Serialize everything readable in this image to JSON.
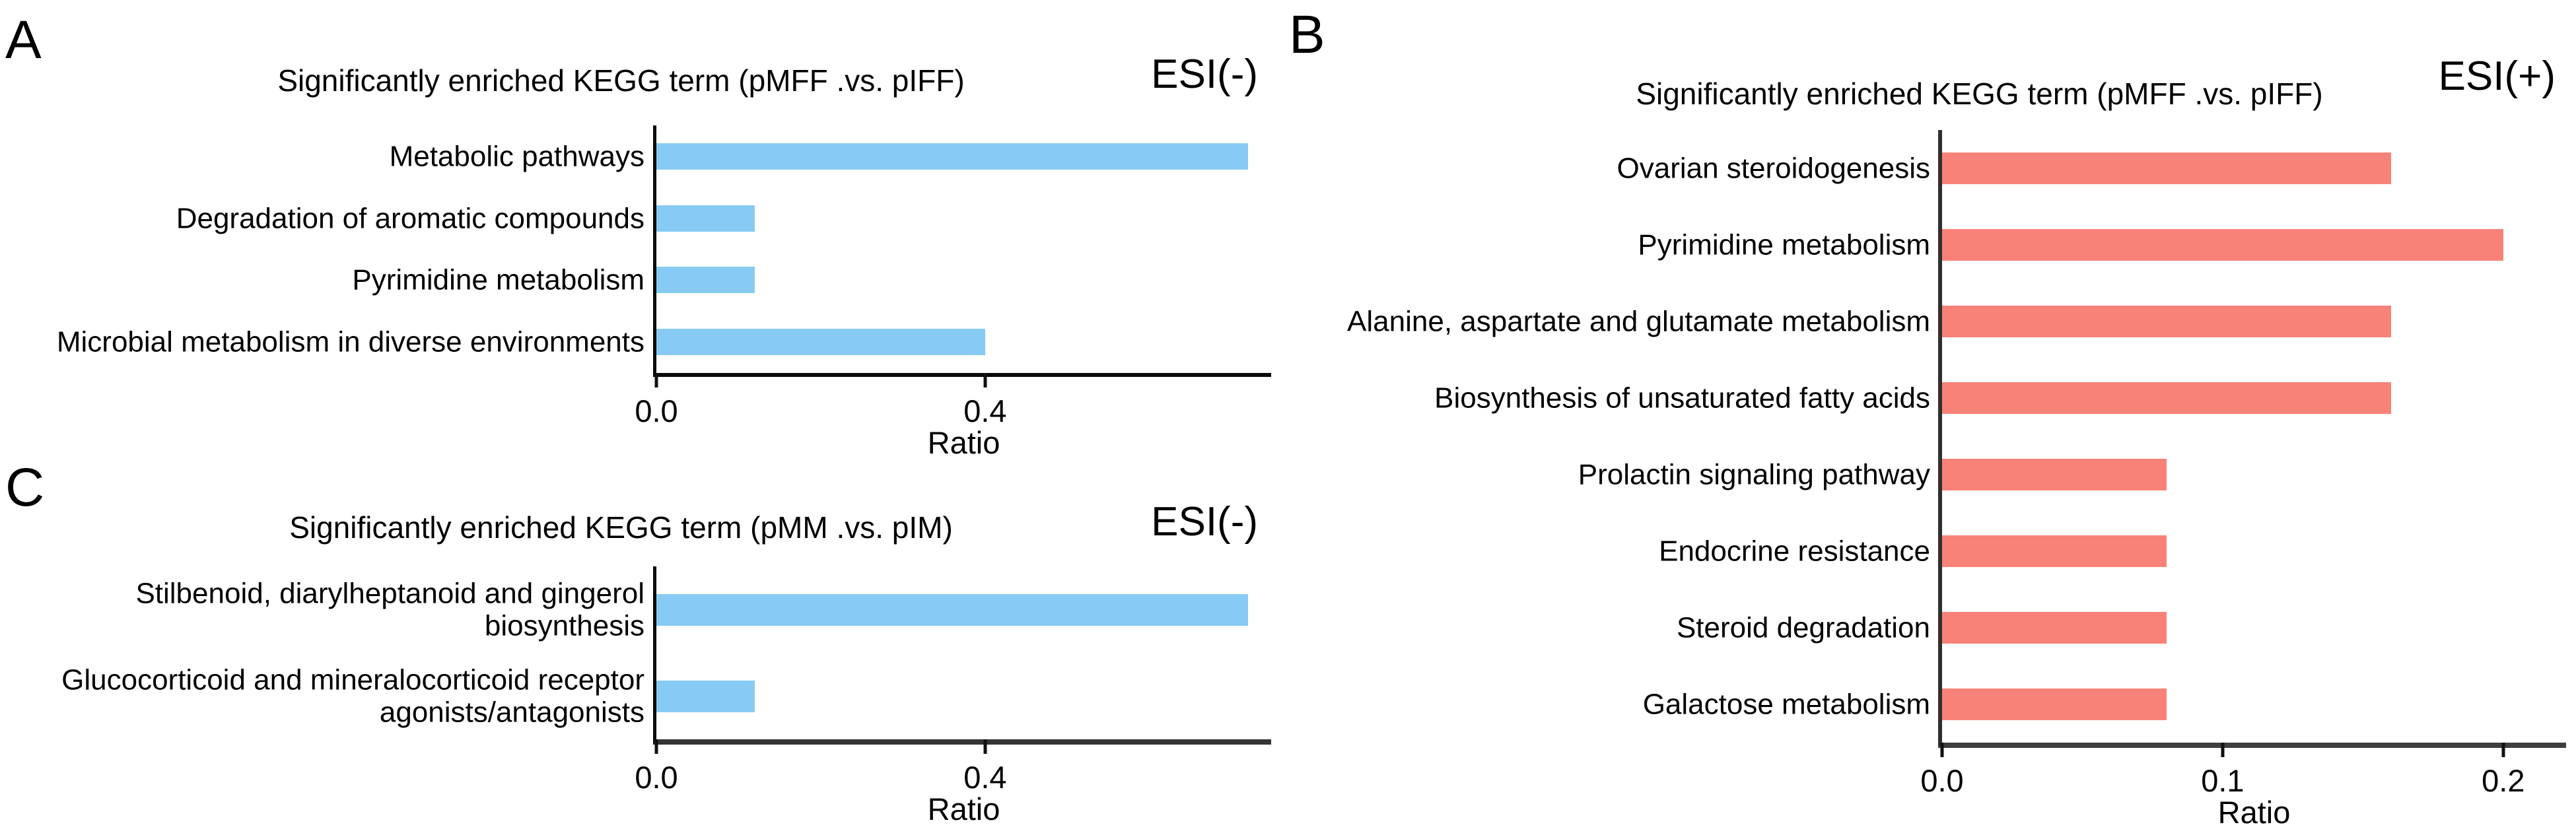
{
  "figure_type": "KEGG enrichment bar charts",
  "chart_data": [
    {
      "type": "bar",
      "orientation": "horizontal",
      "panel_label": "A",
      "title": "Significantly enriched KEGG term (pMFF .vs. pIFF)",
      "annotation": "ESI(-)",
      "xlabel": "Ratio",
      "categories": [
        "Metabolic pathways",
        "Degradation of aromatic compounds",
        "Pyrimidine metabolism",
        "Microbial metabolism in diverse environments"
      ],
      "values": [
        0.72,
        0.12,
        0.12,
        0.4
      ],
      "bar_color": "#87CBF4",
      "xlim": [
        0,
        0.748
      ],
      "grid": false,
      "legend": "none",
      "xticks": {
        "values": [
          0.0,
          0.4
        ],
        "labels": [
          "0.0",
          "0.4"
        ]
      }
    },
    {
      "type": "bar",
      "orientation": "horizontal",
      "panel_label": "B",
      "title": "Significantly enriched KEGG term (pMFF .vs. pIFF)",
      "annotation": "ESI(+)",
      "xlabel": "Ratio",
      "categories": [
        "Ovarian steroidogenesis",
        "Pyrimidine metabolism",
        "Alanine, aspartate and glutamate metabolism",
        "Biosynthesis of unsaturated fatty acids",
        "Prolactin signaling pathway",
        "Endocrine resistance",
        "Steroid degradation",
        "Galactose metabolism"
      ],
      "values": [
        0.16,
        0.2,
        0.16,
        0.16,
        0.08,
        0.08,
        0.08,
        0.08
      ],
      "bar_color": "#F98278",
      "xlim": [
        0,
        0.2224
      ],
      "grid": false,
      "legend": "none",
      "xticks": {
        "values": [
          0.0,
          0.1,
          0.2
        ],
        "labels": [
          "0.0",
          "0.1",
          "0.2"
        ]
      }
    },
    {
      "type": "bar",
      "orientation": "horizontal",
      "panel_label": "C",
      "title": "Significantly enriched KEGG term (pMM .vs. pIM)",
      "annotation": "ESI(-)",
      "xlabel": "Ratio",
      "categories": [
        "Stilbenoid, diarylheptanoid and gingerol biosynthesis",
        "Glucocorticoid and mineralocorticoid receptor agonists/antagonists"
      ],
      "values": [
        0.72,
        0.12
      ],
      "bar_color": "#87CBF4",
      "xlim": [
        0,
        0.748
      ],
      "grid": false,
      "legend": "none",
      "xticks": {
        "values": [
          0.0,
          0.4
        ],
        "labels": [
          "0.0",
          "0.4"
        ]
      }
    }
  ],
  "colors": {
    "negative_mode_bar": "#87CBF4",
    "positive_mode_bar": "#F98278",
    "axis": "#1a1a1a",
    "text": "#000000",
    "background": "#ffffff"
  }
}
